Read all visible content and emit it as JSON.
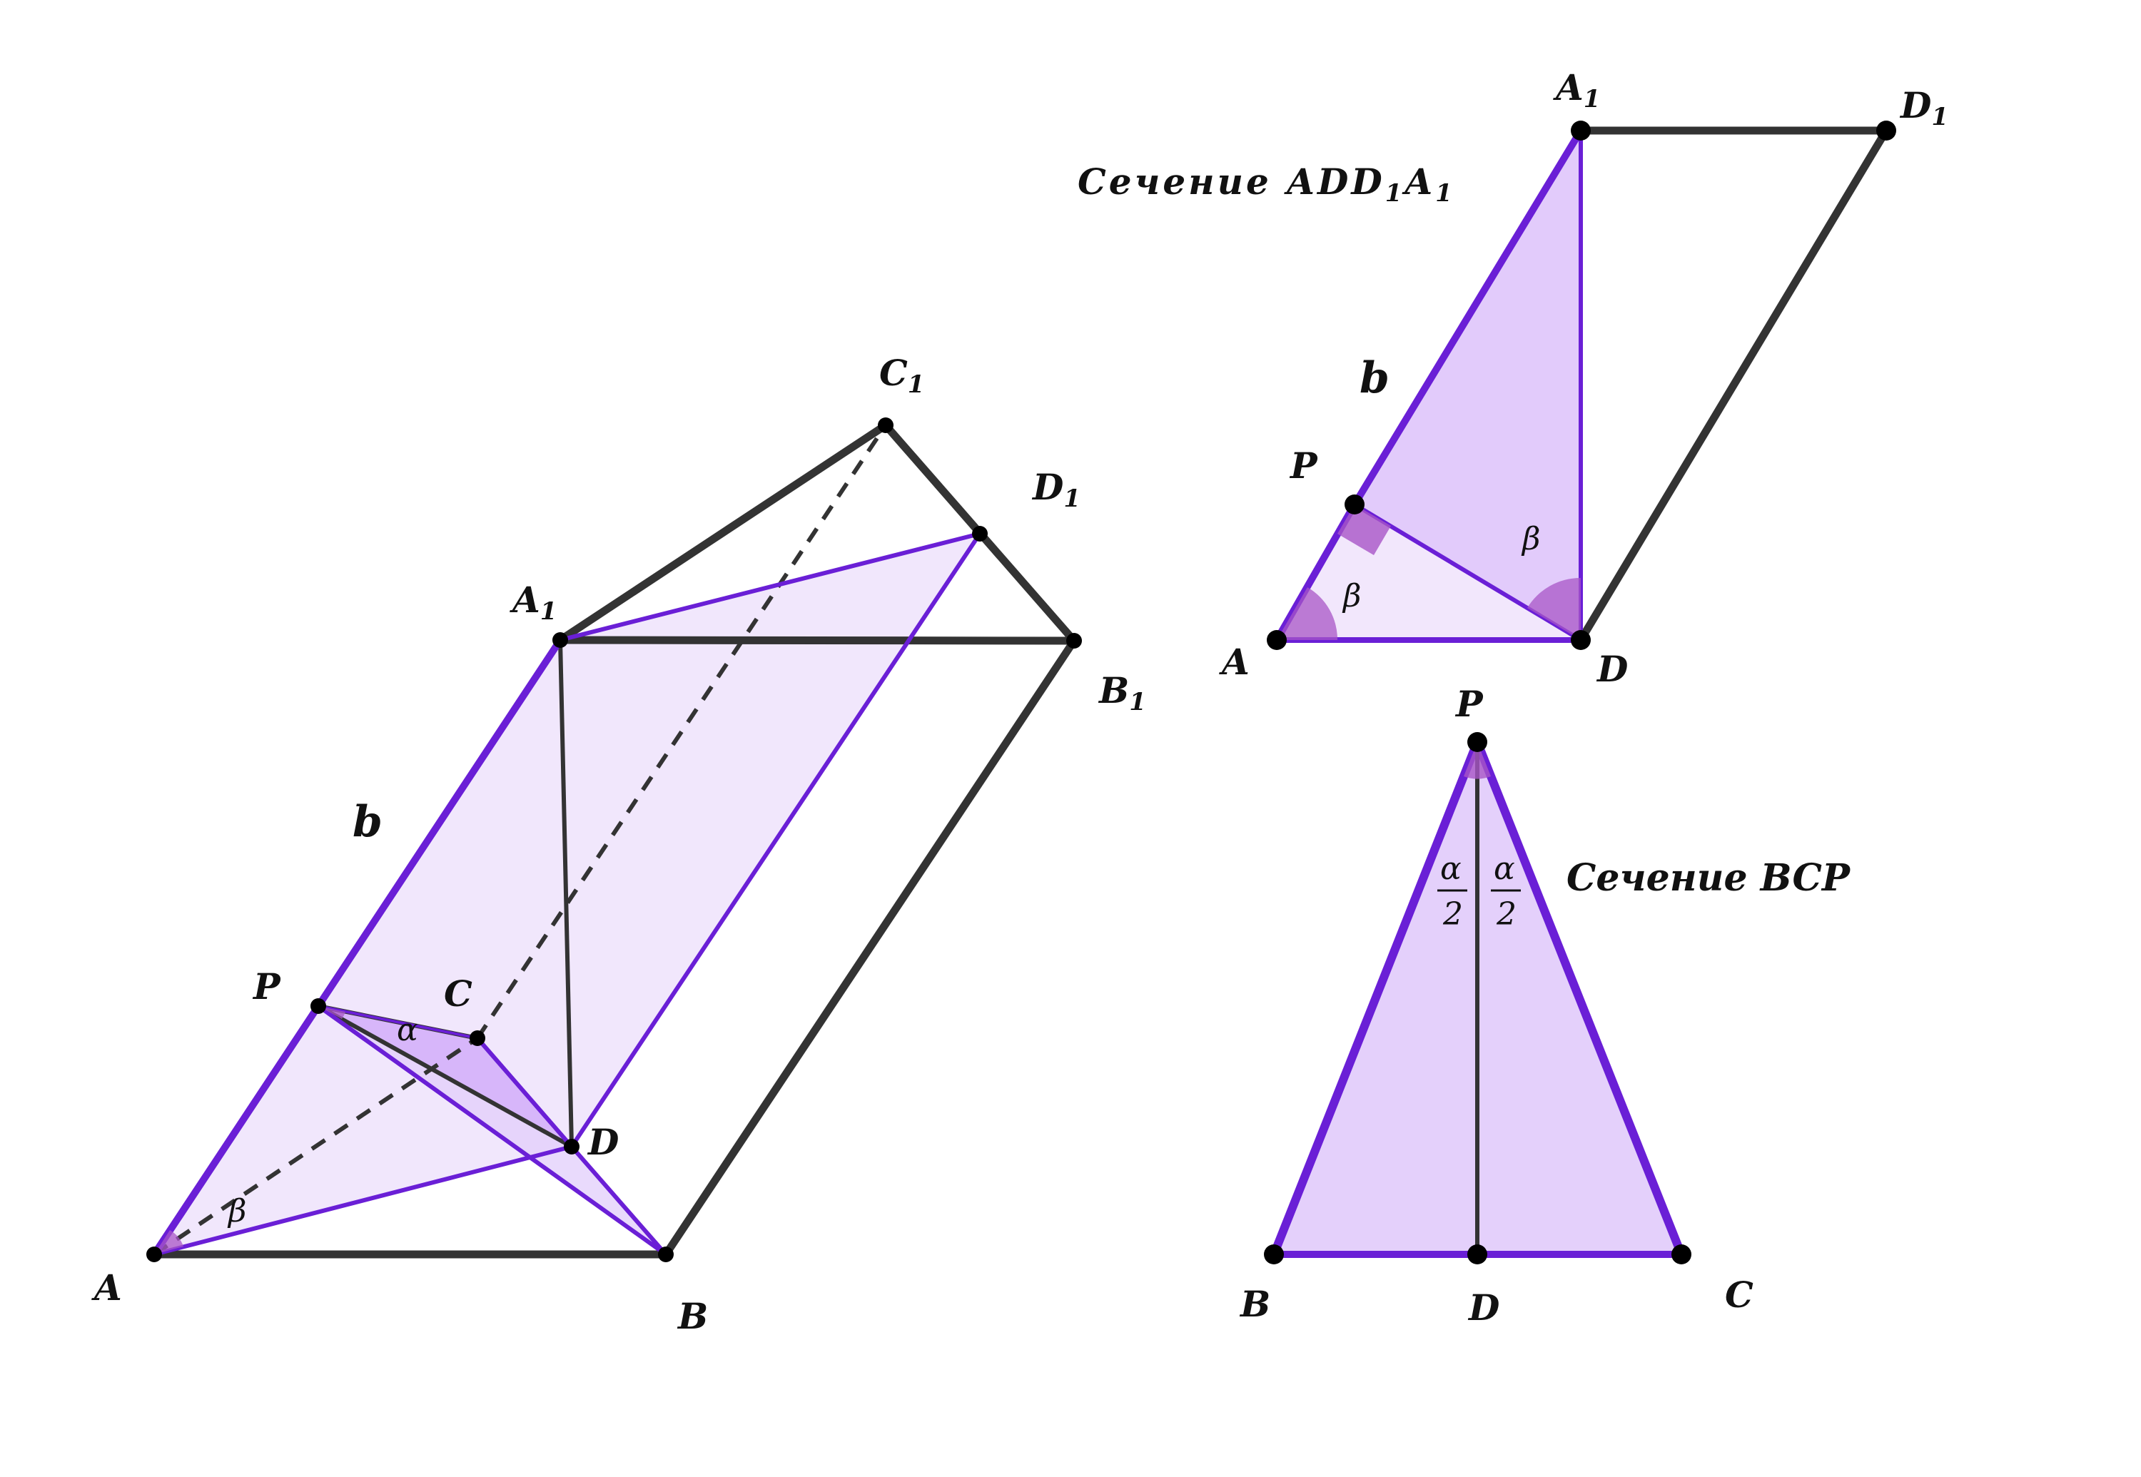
{
  "colors": {
    "edge": "#333333",
    "section_stroke": "#6a1fd6",
    "section_fill_light": "#efe3fb",
    "section_fill_mid": "#e0c8fb",
    "section_fill_strong": "#d5b3fa",
    "angle_fill": "#a855c7",
    "point": "#000000"
  },
  "prism": {
    "labels": {
      "A": "A",
      "B": "B",
      "C": "C",
      "D": "D",
      "P": "P",
      "A1_base": "A",
      "A1_sub": "1",
      "B1_base": "B",
      "B1_sub": "1",
      "C1_base": "C",
      "C1_sub": "1",
      "D1_base": "D",
      "D1_sub": "1",
      "b": "b",
      "alpha": "α",
      "beta": "β"
    }
  },
  "section_add1a1": {
    "caption_text": "Сечение ADD",
    "caption_sub1": "1",
    "caption_mid": "A",
    "caption_sub2": "1",
    "labels": {
      "A": "A",
      "D": "D",
      "P": "P",
      "A1_base": "A",
      "A1_sub": "1",
      "D1_base": "D",
      "D1_sub": "1",
      "b": "b",
      "beta_1": "β",
      "beta_2": "β"
    }
  },
  "section_bcp": {
    "caption": "Сечение BCP",
    "labels": {
      "B": "B",
      "C": "C",
      "D": "D",
      "P": "P",
      "alpha_num": "α",
      "two": "2"
    }
  }
}
